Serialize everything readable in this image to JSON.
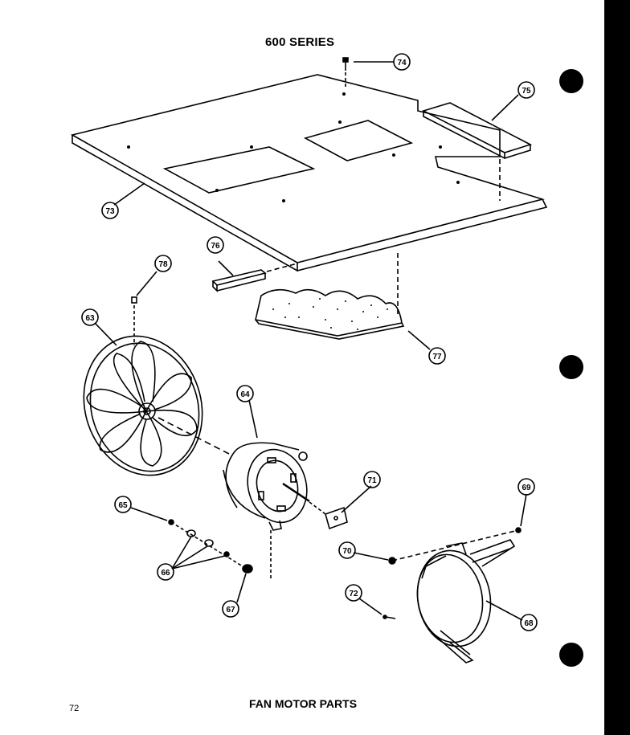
{
  "header": {
    "series_title": "600 SERIES"
  },
  "footer": {
    "section_title": "FAN MOTOR PARTS",
    "page_number": "72"
  },
  "callouts": [
    {
      "id": "c74",
      "label": "74"
    },
    {
      "id": "c75",
      "label": "75"
    },
    {
      "id": "c73",
      "label": "73"
    },
    {
      "id": "c76",
      "label": "76"
    },
    {
      "id": "c78",
      "label": "78"
    },
    {
      "id": "c63",
      "label": "63"
    },
    {
      "id": "c77",
      "label": "77"
    },
    {
      "id": "c64",
      "label": "64"
    },
    {
      "id": "c71",
      "label": "71"
    },
    {
      "id": "c65",
      "label": "65"
    },
    {
      "id": "c69",
      "label": "69"
    },
    {
      "id": "c70",
      "label": "70"
    },
    {
      "id": "c66",
      "label": "66"
    },
    {
      "id": "c72",
      "label": "72"
    },
    {
      "id": "c67",
      "label": "67"
    },
    {
      "id": "c68",
      "label": "68"
    }
  ],
  "colors": {
    "ink": "#000000",
    "paper": "#ffffff"
  }
}
